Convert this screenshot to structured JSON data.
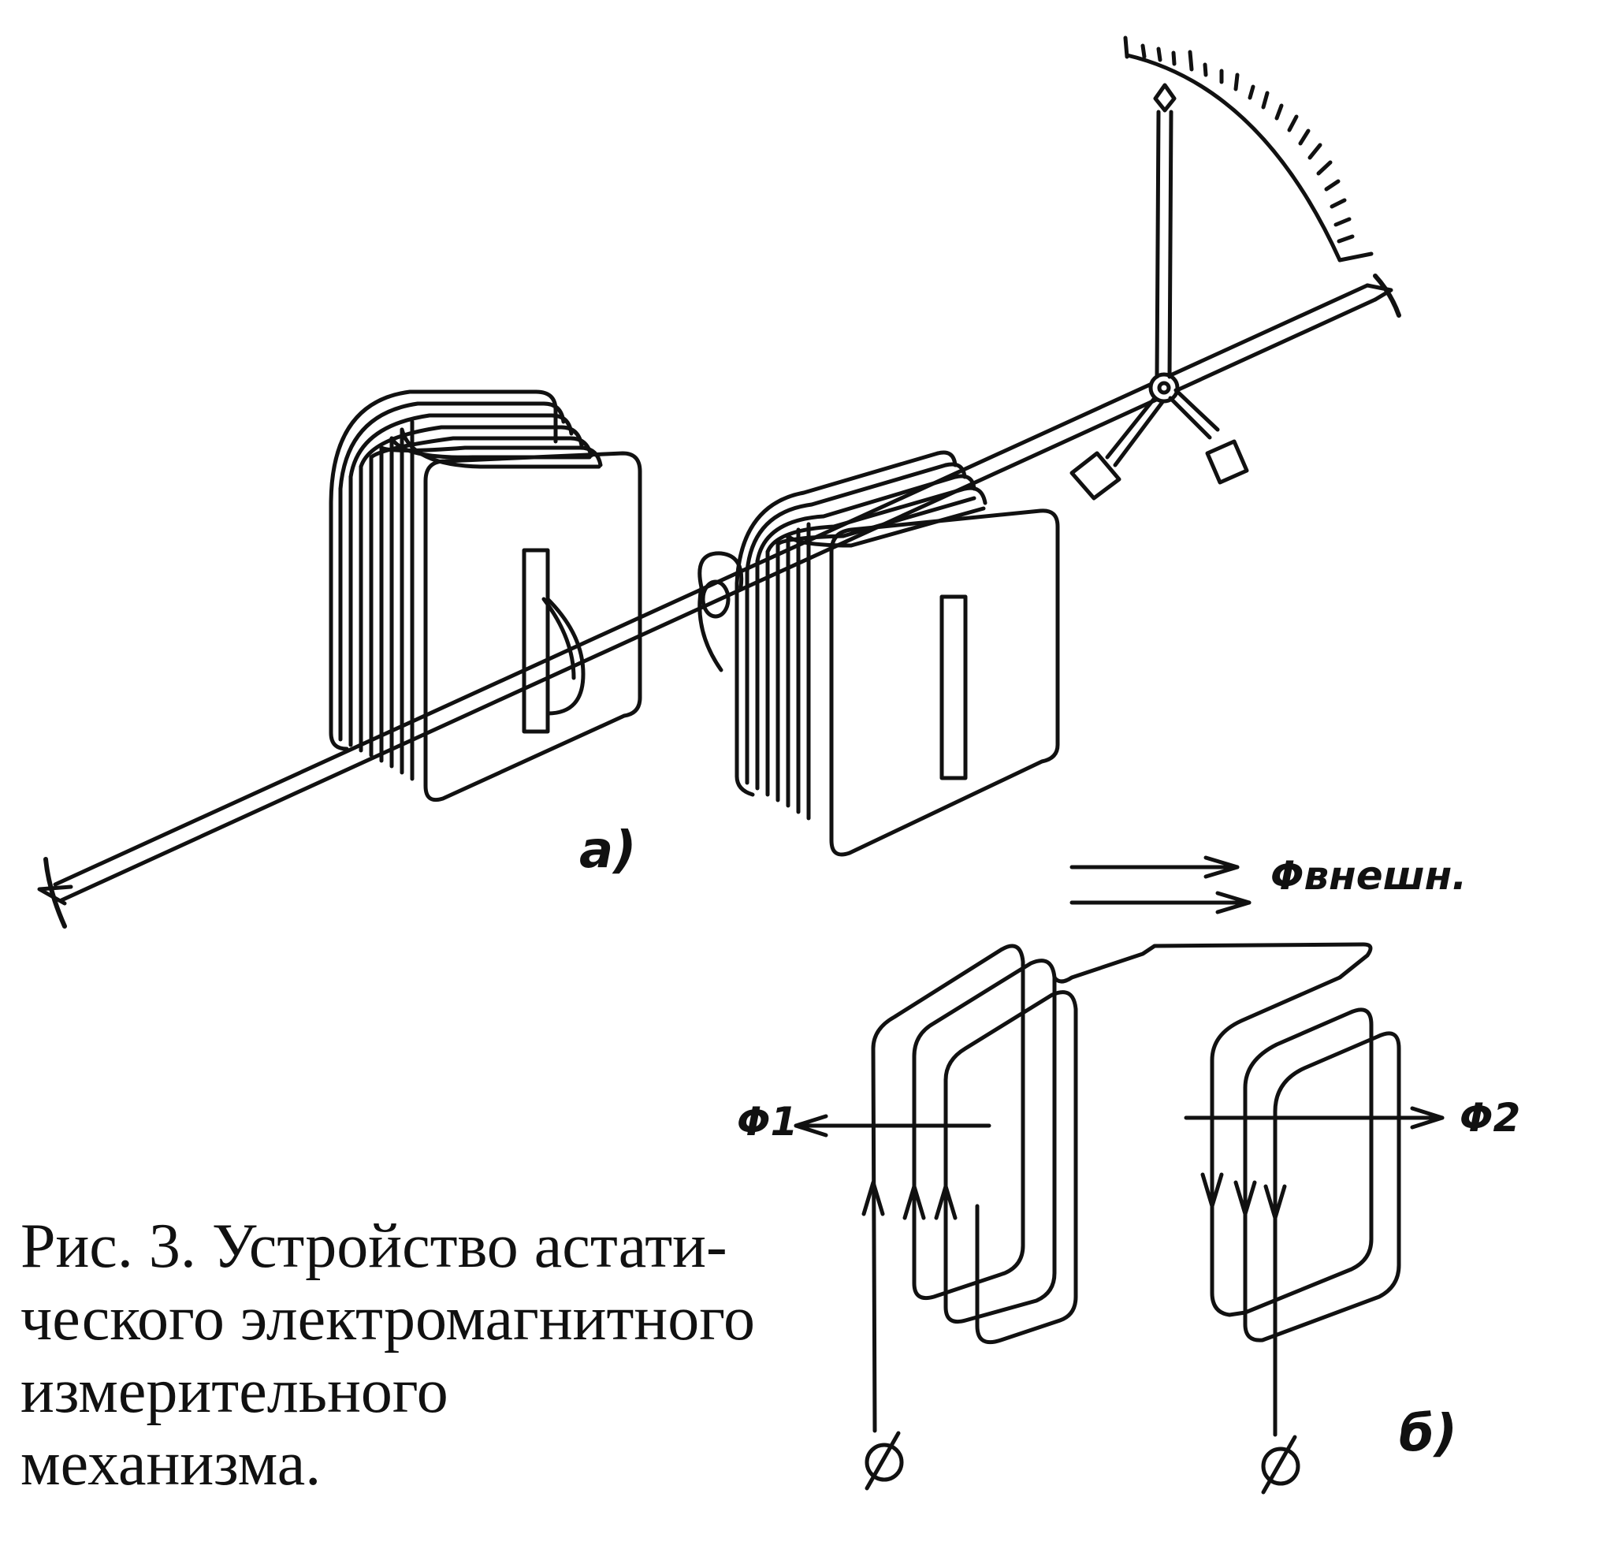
{
  "diagram": {
    "label_a": "а)",
    "label_b": "б)",
    "flux_external": "Φвнешн.",
    "flux_1": "Φ1",
    "flux_2": "Φ2"
  },
  "caption": {
    "line1": "Рис. 3. Устройство астати-",
    "line2": "ческого электромагнитного",
    "line3": "измерительного",
    "line4": "механизма."
  },
  "colors": {
    "ink": "#111111",
    "paper": "#ffffff"
  }
}
